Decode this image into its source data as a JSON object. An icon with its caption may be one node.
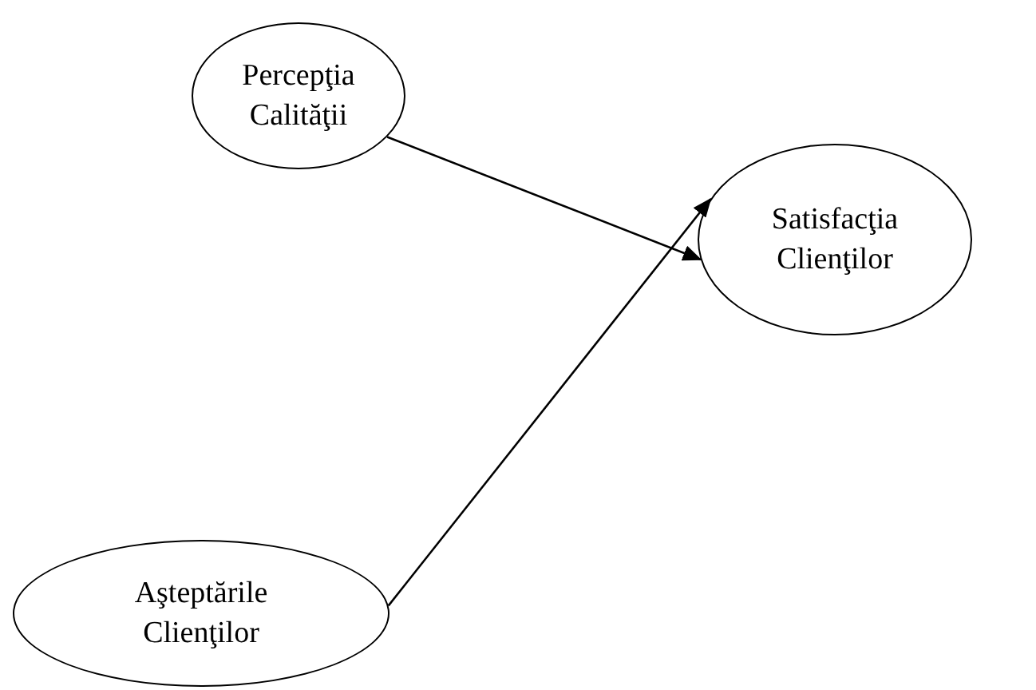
{
  "diagram": {
    "nodes": [
      {
        "text": [
          "Percepţia Calităţii"
        ]
      },
      {
        "text": [
          "Satisfacţia Clienţilor"
        ]
      },
      {
        "text": [
          "Aşteptările Clienţilor"
        ]
      }
    ],
    "edges": [
      {
        "from": 0,
        "to": 1,
        "arrow": "to"
      },
      {
        "from": 2,
        "to": 1,
        "arrow": "to"
      }
    ]
  }
}
